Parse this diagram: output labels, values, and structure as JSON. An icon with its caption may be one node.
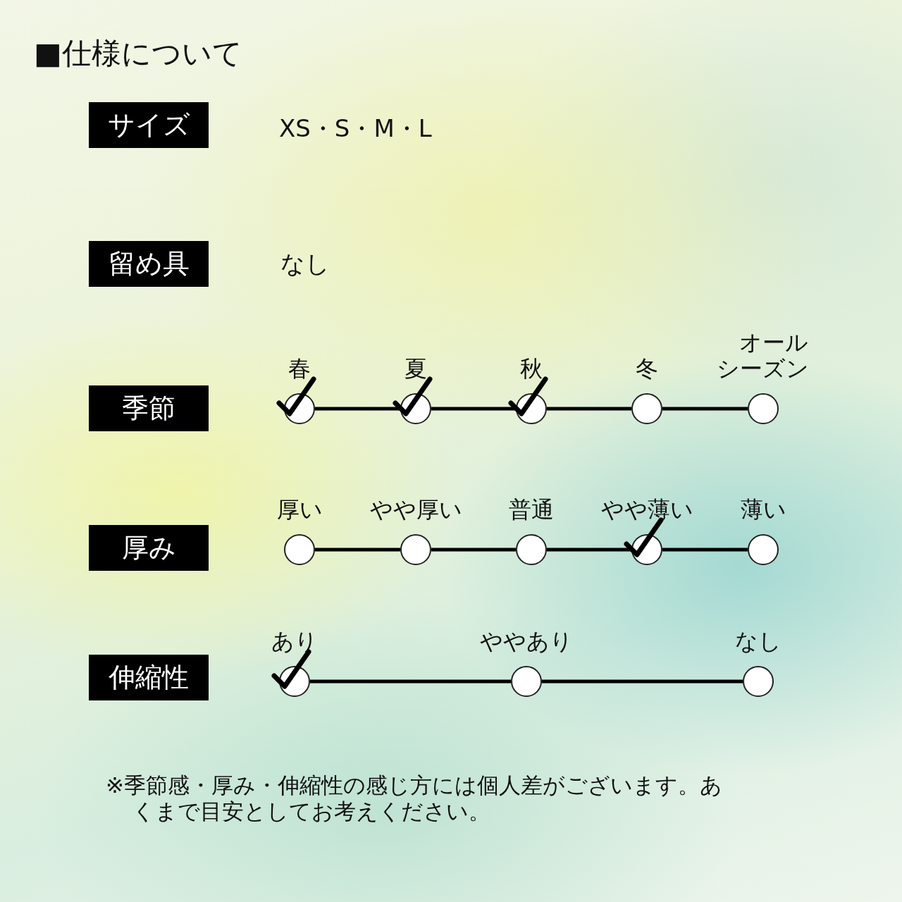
{
  "diagram": {
    "title": "■仕様について",
    "caption": "※季節感・厚み・伸縮性の感じ方には個人差がございます。あくまで目安としてお考えください。",
    "nodes": [
      {
        "text": [
          "サイズ"
        ]
      },
      {
        "text": [
          "留め具"
        ]
      },
      {
        "text": [
          "季節"
        ]
      },
      {
        "text": [
          "春"
        ]
      },
      {
        "text": [],
        "shape": "check"
      },
      {
        "text": [
          "夏"
        ]
      },
      {
        "text": [],
        "shape": "check"
      },
      {
        "text": [
          "秋"
        ]
      },
      {
        "text": [],
        "shape": "check"
      },
      {
        "text": [
          "冬"
        ]
      },
      {
        "text": [
          "オールシーズン"
        ]
      },
      {
        "text": [
          "厚み"
        ]
      },
      {
        "text": [
          "厚い"
        ]
      },
      {
        "text": [
          "やや厚い"
        ]
      },
      {
        "text": [
          "普通"
        ]
      },
      {
        "text": [
          "やや薄い"
        ]
      },
      {
        "text": [],
        "shape": "check"
      },
      {
        "text": [
          "薄い"
        ]
      },
      {
        "text": [
          "伸縮性"
        ]
      },
      {
        "text": [
          "あり"
        ]
      },
      {
        "text": [],
        "shape": "check"
      },
      {
        "text": [
          "ややあり"
        ]
      },
      {
        "text": [
          "なし"
        ]
      }
    ],
    "edges": [
      {
        "from": 3,
        "to": 5,
        "arrow": "none"
      },
      {
        "from": 5,
        "to": 7,
        "arrow": "none"
      },
      {
        "from": 7,
        "to": 9,
        "arrow": "none"
      },
      {
        "from": 9,
        "to": 10,
        "arrow": "none"
      },
      {
        "from": 12,
        "to": 13,
        "arrow": "none"
      },
      {
        "from": 13,
        "to": 14,
        "arrow": "none"
      },
      {
        "from": 14,
        "to": 15,
        "arrow": "none"
      },
      {
        "from": 15,
        "to": 17,
        "arrow": "none"
      },
      {
        "from": 19,
        "to": 21,
        "arrow": "none"
      },
      {
        "from": 21,
        "to": 22,
        "arrow": "none"
      }
    ],
    "labels": [
      "XS・S・M・L",
      "なし"
    ]
  }
}
